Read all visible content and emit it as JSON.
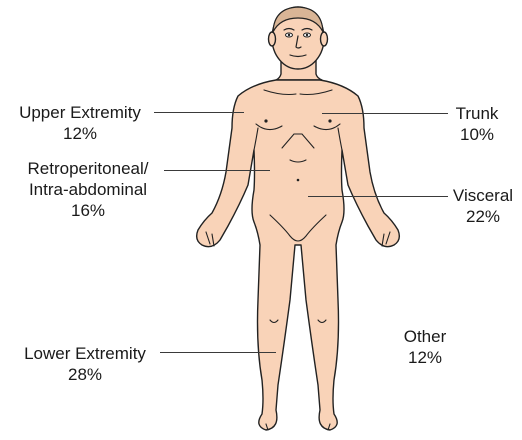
{
  "colors": {
    "skin": "#f9d3b8",
    "outline": "#222222",
    "leader": "#3a3a3a",
    "text": "#1a1a1a"
  },
  "labels": {
    "upper_extremity": {
      "name": "Upper Extremity",
      "pct": "12%"
    },
    "trunk": {
      "name": "Trunk",
      "pct": "10%"
    },
    "retroperitoneal": {
      "name_line1": "Retroperitoneal/",
      "name_line2": "Intra-abdominal",
      "pct": "16%"
    },
    "visceral": {
      "name": "Visceral",
      "pct": "22%"
    },
    "lower_extremity": {
      "name": "Lower Extremity",
      "pct": "28%"
    },
    "other": {
      "name": "Other",
      "pct": "12%"
    }
  }
}
